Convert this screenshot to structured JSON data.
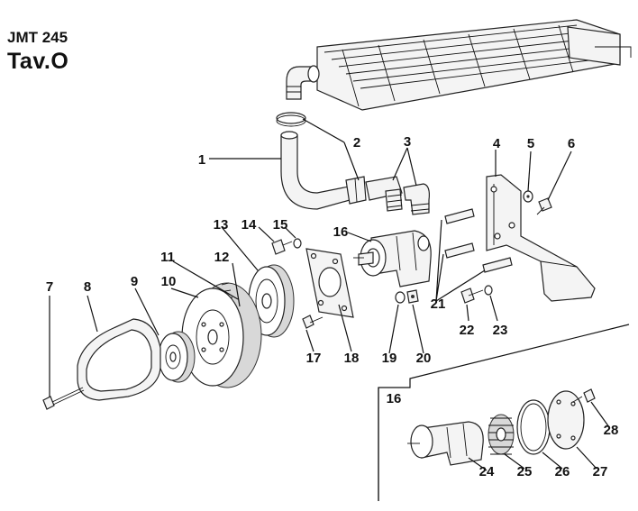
{
  "header": {
    "code": "JMT 245",
    "table": "Tav.O"
  },
  "inset": {
    "label": "16"
  },
  "callouts": [
    "1",
    "2",
    "3",
    "4",
    "5",
    "6",
    "7",
    "8",
    "9",
    "10",
    "11",
    "12",
    "13",
    "14",
    "15",
    "16",
    "17",
    "18",
    "19",
    "20",
    "21",
    "22",
    "23",
    "24",
    "25",
    "26",
    "27",
    "28"
  ]
}
